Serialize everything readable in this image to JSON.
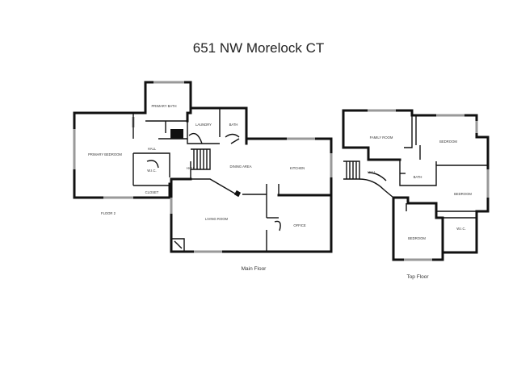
{
  "title": "651 NW Morelock CT",
  "floors": {
    "floor2": {
      "label": "FLOOR 2",
      "rooms": [
        "PRIMARY BATH",
        "LAUNDRY",
        "BATH",
        "PRIMARY BEDROOM",
        "HALL",
        "W.I.C.",
        "CLOSET"
      ]
    },
    "main": {
      "label": "Main Floor",
      "rooms": [
        "HALL",
        "DINING AREA",
        "KITCHEN",
        "LIVING ROOM",
        "OFFICE"
      ]
    },
    "top": {
      "label": "Top Floor",
      "rooms": [
        "FAMILY ROOM",
        "BEDROOM",
        "HALL",
        "BATH",
        "BEDROOM",
        "BEDROOM",
        "W.I.C."
      ]
    }
  },
  "colors": {
    "wall": "#111111",
    "window": "#999999",
    "background": "#ffffff"
  }
}
